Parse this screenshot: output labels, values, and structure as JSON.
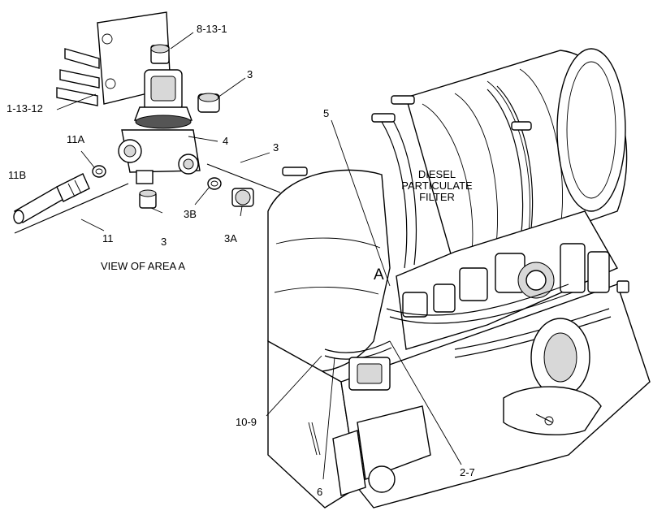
{
  "callouts": {
    "c_8_13_1": "8-13-1",
    "c_3_top": "3",
    "c_1_13_12": "1-13-12",
    "c_4": "4",
    "c_11A": "11A",
    "c_3_mid": "3",
    "c_11B": "11B",
    "c_3B": "3B",
    "c_3A": "3A",
    "c_11": "11",
    "c_3_bottom": "3",
    "c_5": "5",
    "c_2_7": "2-7",
    "c_6": "6",
    "c_10_9": "10-9"
  },
  "view_label": "VIEW OF AREA A",
  "area_marker": "A",
  "filter_label": [
    "DIESEL",
    "PARTICULATE",
    "FILTER"
  ]
}
